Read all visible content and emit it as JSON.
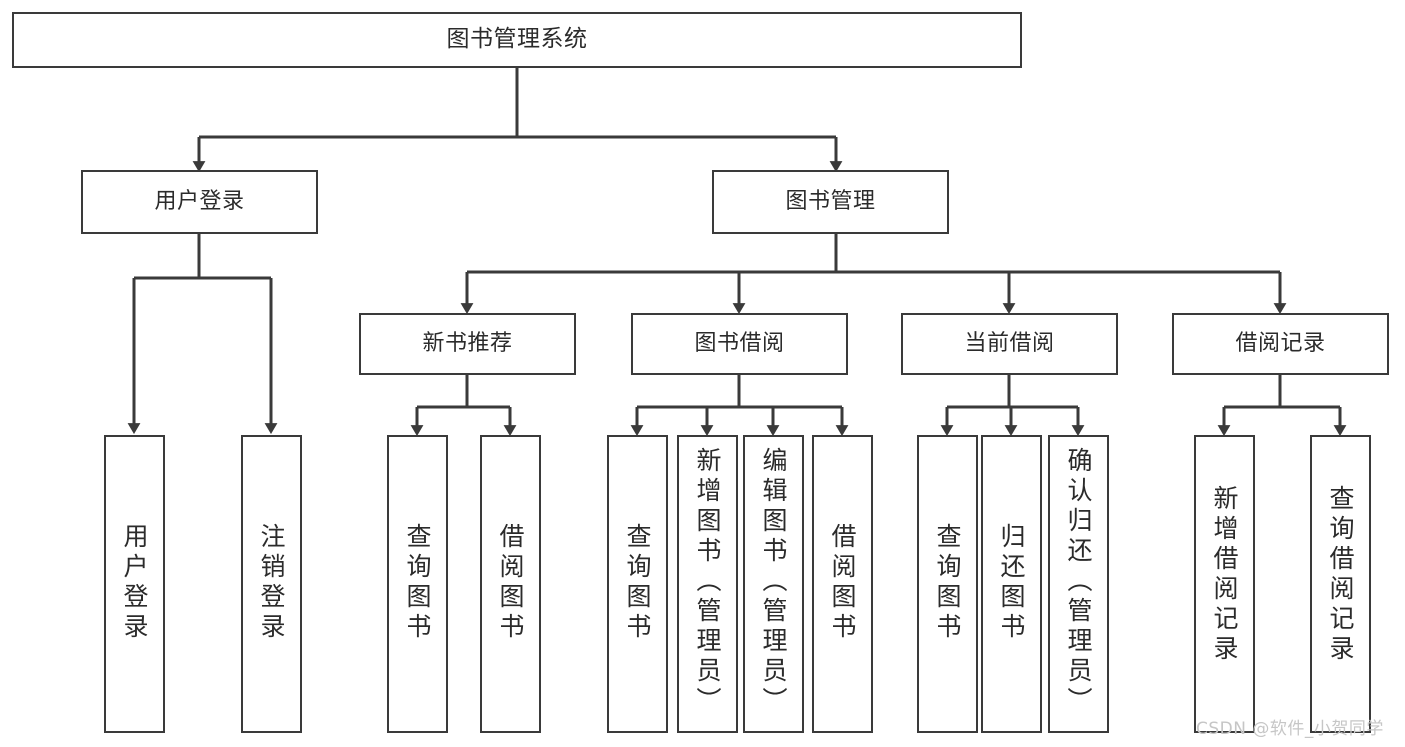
{
  "diagram": {
    "type": "tree-hierarchy",
    "title": "图书管理系统",
    "orientation": "top-down",
    "colors": {
      "box_border": "#3a3a3a",
      "box_fill": "#ffffff",
      "text": "#2b2b2b",
      "connector": "#3a3a3a",
      "watermark": "#c6c6c6",
      "background": "#ffffff"
    }
  },
  "root": {
    "label": "图书管理系统"
  },
  "tier1": [
    {
      "label": "用户登录"
    },
    {
      "label": "图书管理"
    }
  ],
  "tier2": [
    {
      "label": "新书推荐"
    },
    {
      "label": "图书借阅"
    },
    {
      "label": "当前借阅"
    },
    {
      "label": "借阅记录"
    }
  ],
  "leaves": {
    "user_login": [
      {
        "label": "用户登录"
      },
      {
        "label": "注销登录"
      }
    ],
    "new_book_recommend": [
      {
        "label": "查询图书"
      },
      {
        "label": "借阅图书"
      }
    ],
    "book_borrow": [
      {
        "label": "查询图书"
      },
      {
        "label": "新增图书（管理员）"
      },
      {
        "label": "编辑图书（管理员）"
      },
      {
        "label": "借阅图书"
      }
    ],
    "current_borrow": [
      {
        "label": "查询图书"
      },
      {
        "label": "归还图书"
      },
      {
        "label": "确认归还（管理员）"
      }
    ],
    "borrow_record": [
      {
        "label": "新增借阅记录"
      },
      {
        "label": "查询借阅记录"
      }
    ]
  },
  "watermark": {
    "text": "CSDN @软件_小贺同学"
  }
}
